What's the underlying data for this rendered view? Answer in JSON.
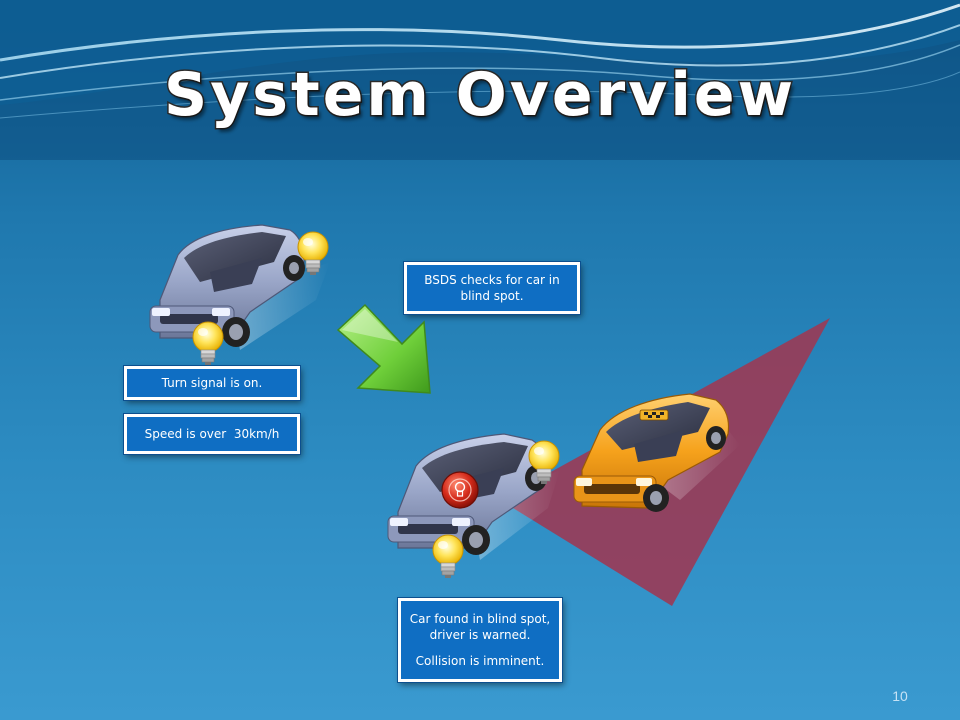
{
  "slide": {
    "title": "System Overview",
    "page_number": "10"
  },
  "callouts": {
    "turn_signal": "Turn signal is on.",
    "speed": "Speed is over  30km/h",
    "bsds_check": "BSDS checks for car in blind spot.",
    "car_found": "Car found in blind spot, driver is warned.",
    "collision": "Collision is imminent."
  },
  "colors": {
    "background": "#2d8cc2",
    "callout_fill": "#0f6ec3",
    "blind_spot_zone": "#9b3a55",
    "arrow": "#6fcf3a",
    "taxi": "#f6a21c",
    "car": "#9aa6c8",
    "warning": "#d42a1a",
    "bulb": "#ffe45a"
  },
  "icons": [
    "car-icon",
    "taxi-icon",
    "lightbulb-icon",
    "warning-light-icon",
    "arrow-icon"
  ]
}
